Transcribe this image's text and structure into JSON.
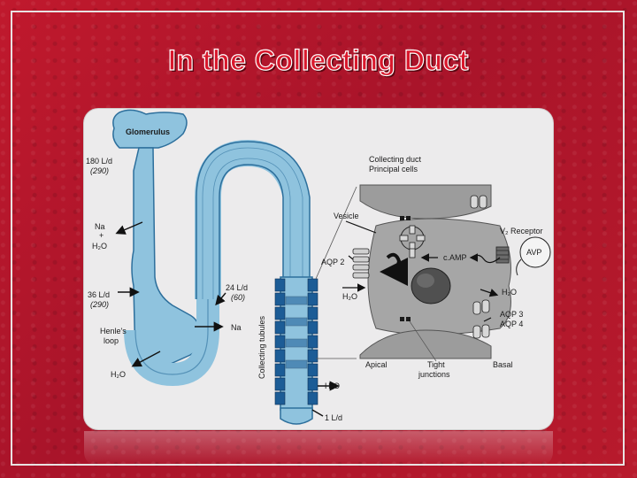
{
  "slide": {
    "title": "In the Collecting Duct"
  },
  "diagram": {
    "glomerulus": "Glomerulus",
    "flow_top": "180 L/d",
    "flow_top_osm": "(290)",
    "na": "Na",
    "plus": "+",
    "h2o": "H₂O",
    "flow_mid": "36 L/d",
    "flow_mid_osm": "(290)",
    "henle_1": "Henle's",
    "henle_2": "loop",
    "h2o_bottom": "H₂O",
    "flow_distal": "24 L/d",
    "flow_distal_osm": "(60)",
    "na_right": "Na",
    "collecting_tubules": "Collecting tubules",
    "h2o_tubule": "H₂O",
    "flow_final": "1 L/d",
    "collecting_duct_1": "Collecting duct",
    "collecting_duct_2": "Principal cells",
    "vesicle": "Vesicle",
    "v2_receptor": "V₂ Receptor",
    "avp": "AVP",
    "camp": "c.AMP",
    "aqp2": "AQP 2",
    "h2o_cell_left": "H₂O",
    "h2o_cell_right": "H₂O",
    "aqp3": "AQP 3",
    "aqp4": "AQP 4",
    "apical": "Apical",
    "tight_1": "Tight",
    "tight_2": "junctions",
    "basal": "Basal"
  },
  "colors": {
    "background": "#b0182a",
    "title": "#d9182c",
    "tubule": "#8fc3de",
    "tubule_dark": "#1c5c96",
    "cell": "#9c9c9c"
  }
}
